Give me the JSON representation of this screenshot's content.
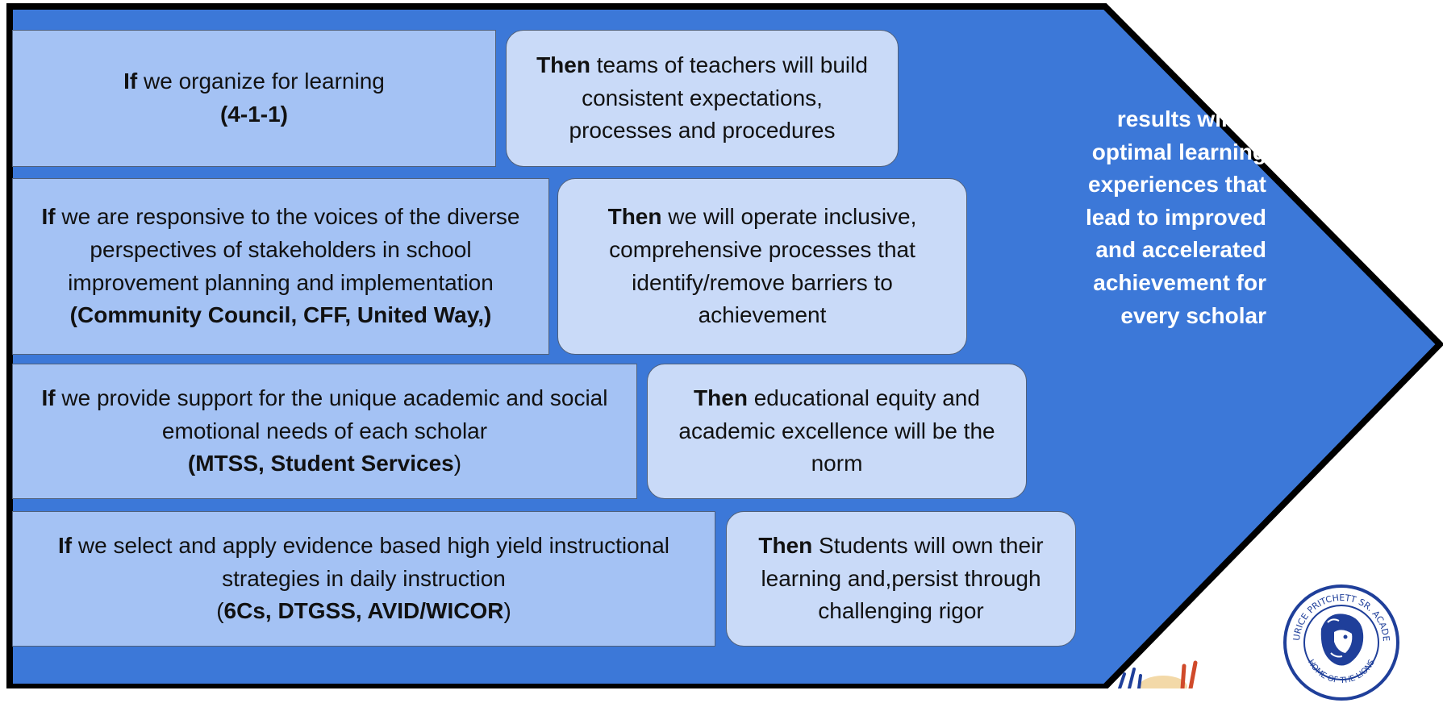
{
  "colors": {
    "arrow_fill": "#3c78d8",
    "arrow_outline": "#000000",
    "if_fill": "#a4c2f4",
    "then_fill": "#c9daf8",
    "result_text": "#ffffff"
  },
  "rows": [
    {
      "if": {
        "keyword": "If",
        "text": " we organize for learning",
        "detail": "(4-1-1)",
        "detail_tail": ""
      },
      "then": {
        "keyword": "Then",
        "text": " teams of teachers will build consistent expectations, processes and procedures"
      }
    },
    {
      "if": {
        "keyword": "If",
        "text": " we are  responsive to the voices of the diverse perspectives of stakeholders in school  improvement planning and implementation",
        "detail": "(Community Council, CFF, United Way,)",
        "detail_tail": ""
      },
      "then": {
        "keyword": "Then",
        "text": " we will operate inclusive, comprehensive processes that identify/remove barriers to achievement"
      }
    },
    {
      "if": {
        "keyword": "If",
        "text": " we provide support for the unique academic and social emotional needs of each scholar",
        "detail": "(MTSS, Student Services",
        "detail_tail": ")"
      },
      "then": {
        "keyword": "Then",
        "text": " educational equity and academic excellence will be the norm"
      }
    },
    {
      "if": {
        "keyword": "If",
        "text": " we select and apply evidence based high yield instructional strategies in daily instruction",
        "detail_head": "(",
        "detail": "6Cs, DTGSS, AVID/WICOR",
        "detail_tail": ")"
      },
      "then": {
        "keyword": "Then",
        "text": " Students will own their learning and,persist through  challenging rigor"
      }
    }
  ],
  "result": {
    "lines": [
      "results will be",
      "optimal learning",
      "experiences that",
      "lead to improved",
      "and accelerated",
      "achievement for",
      "every scholar"
    ]
  },
  "logo": {
    "top_text": "MAURICE PRITCHETT SR. ACADEMY",
    "bottom_text": "HOME OF THE LIONS",
    "color": "#1f3f9a"
  }
}
